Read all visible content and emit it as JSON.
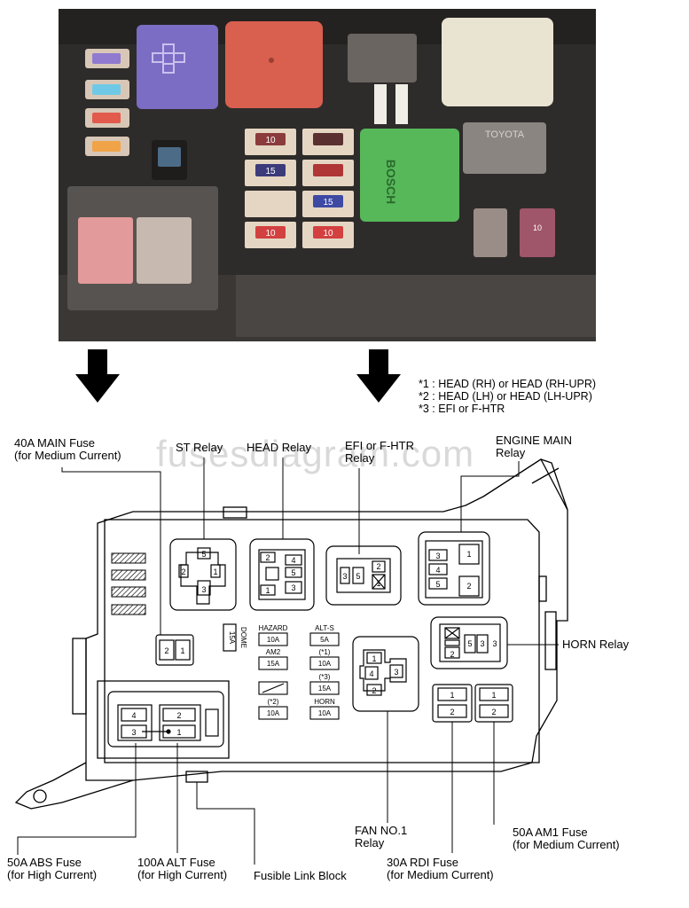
{
  "watermark": "fusesdiagram.com",
  "notes": [
    "*1 : HEAD (RH) or HEAD (RH-UPR)",
    "*2 : HEAD (LH) or HEAD (LH-UPR)",
    "*3 : EFI or F-HTR"
  ],
  "labels": {
    "main_fuse_40a": [
      "40A MAIN Fuse",
      "(for Medium Current)"
    ],
    "st_relay": "ST Relay",
    "head_relay": "HEAD Relay",
    "efi_relay": [
      "EFI or F-HTR",
      "Relay"
    ],
    "engine_main_relay": [
      "ENGINE MAIN",
      "Relay"
    ],
    "horn_relay": "HORN Relay",
    "fan_relay": [
      "FAN NO.1",
      "Relay"
    ],
    "am1_fuse": [
      "50A AM1 Fuse",
      "(for Medium Current)"
    ],
    "abs_fuse": [
      "50A ABS Fuse",
      "(for High Current)"
    ],
    "alt_fuse": [
      "100A ALT Fuse",
      "(for High Current)"
    ],
    "fusible_link": "Fusible Link Block",
    "rdi_fuse": [
      "30A RDI Fuse",
      "(for Medium Current)"
    ]
  },
  "fuses": {
    "hazard": {
      "name": "HAZARD",
      "rating": "10A"
    },
    "alt_s": {
      "name": "ALT-S",
      "rating": "5A"
    },
    "am2": {
      "name": "AM2",
      "rating": "15A"
    },
    "plus1": {
      "name": "(*1)",
      "rating": "10A"
    },
    "plus3": {
      "name": "(*3)",
      "rating": "15A"
    },
    "plus2": {
      "name": "(*2)",
      "rating": "10A"
    },
    "horn": {
      "name": "HORN",
      "rating": "10A"
    },
    "dome": {
      "name": "DOME",
      "rating": "15A"
    }
  },
  "pins": {
    "one": "1",
    "two": "2",
    "three": "3",
    "four": "4",
    "five": "5"
  },
  "photo_fuse_texts": {
    "a": "10",
    "b": "15",
    "c": "15",
    "d": "10",
    "e": "10",
    "f": "10"
  },
  "photo_relay_texts": {
    "toyota": "TOYOTA",
    "bosch": "BOSCH"
  },
  "colors": {
    "purple_relay": "#7b6cc4",
    "red_relay": "#d95f4f",
    "green_relay": "#57b85a",
    "cream_relay": "#e9e3d2",
    "grey_relay": "#6a6560",
    "box_dark": "#2e2c2a"
  }
}
